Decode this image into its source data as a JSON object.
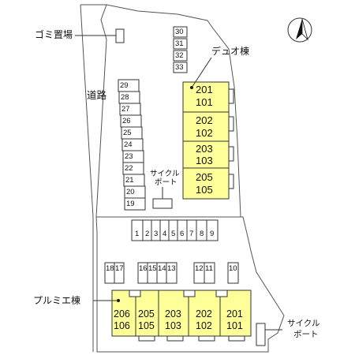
{
  "labels": {
    "garbage": "ゴミ置場",
    "road": "道路",
    "duo": "デュオ棟",
    "purumie": "プルミエ棟",
    "cycle_top_1": "サイクル",
    "cycle_top_2": "ポート",
    "cycle_bottom_1": "サイクル",
    "cycle_bottom_2": "ポート"
  },
  "duo_units": [
    {
      "upper": "201",
      "lower": "101"
    },
    {
      "upper": "202",
      "lower": "102"
    },
    {
      "upper": "203",
      "lower": "103"
    },
    {
      "upper": "205",
      "lower": "105"
    }
  ],
  "purumie_units": [
    {
      "upper": "206",
      "lower": "106"
    },
    {
      "upper": "205",
      "lower": "105"
    },
    {
      "upper": "203",
      "lower": "103"
    },
    {
      "upper": "202",
      "lower": "102"
    },
    {
      "upper": "201",
      "lower": "101"
    }
  ],
  "parking_top_right": [
    "30",
    "31",
    "32",
    "33"
  ],
  "parking_left": [
    "29",
    "28",
    "27",
    "26",
    "25",
    "24",
    "23",
    "22",
    "21",
    "20",
    "19"
  ],
  "parking_middle": [
    "1",
    "2",
    "3",
    "4",
    "5",
    "6",
    "7",
    "8",
    "9"
  ],
  "parking_lower": [
    "18",
    "17",
    "16",
    "15",
    "14",
    "13",
    "12",
    "11",
    "10"
  ],
  "colors": {
    "building": "#ffff99",
    "outline": "#333333"
  },
  "icons": {
    "north": "north-arrow-icon"
  }
}
